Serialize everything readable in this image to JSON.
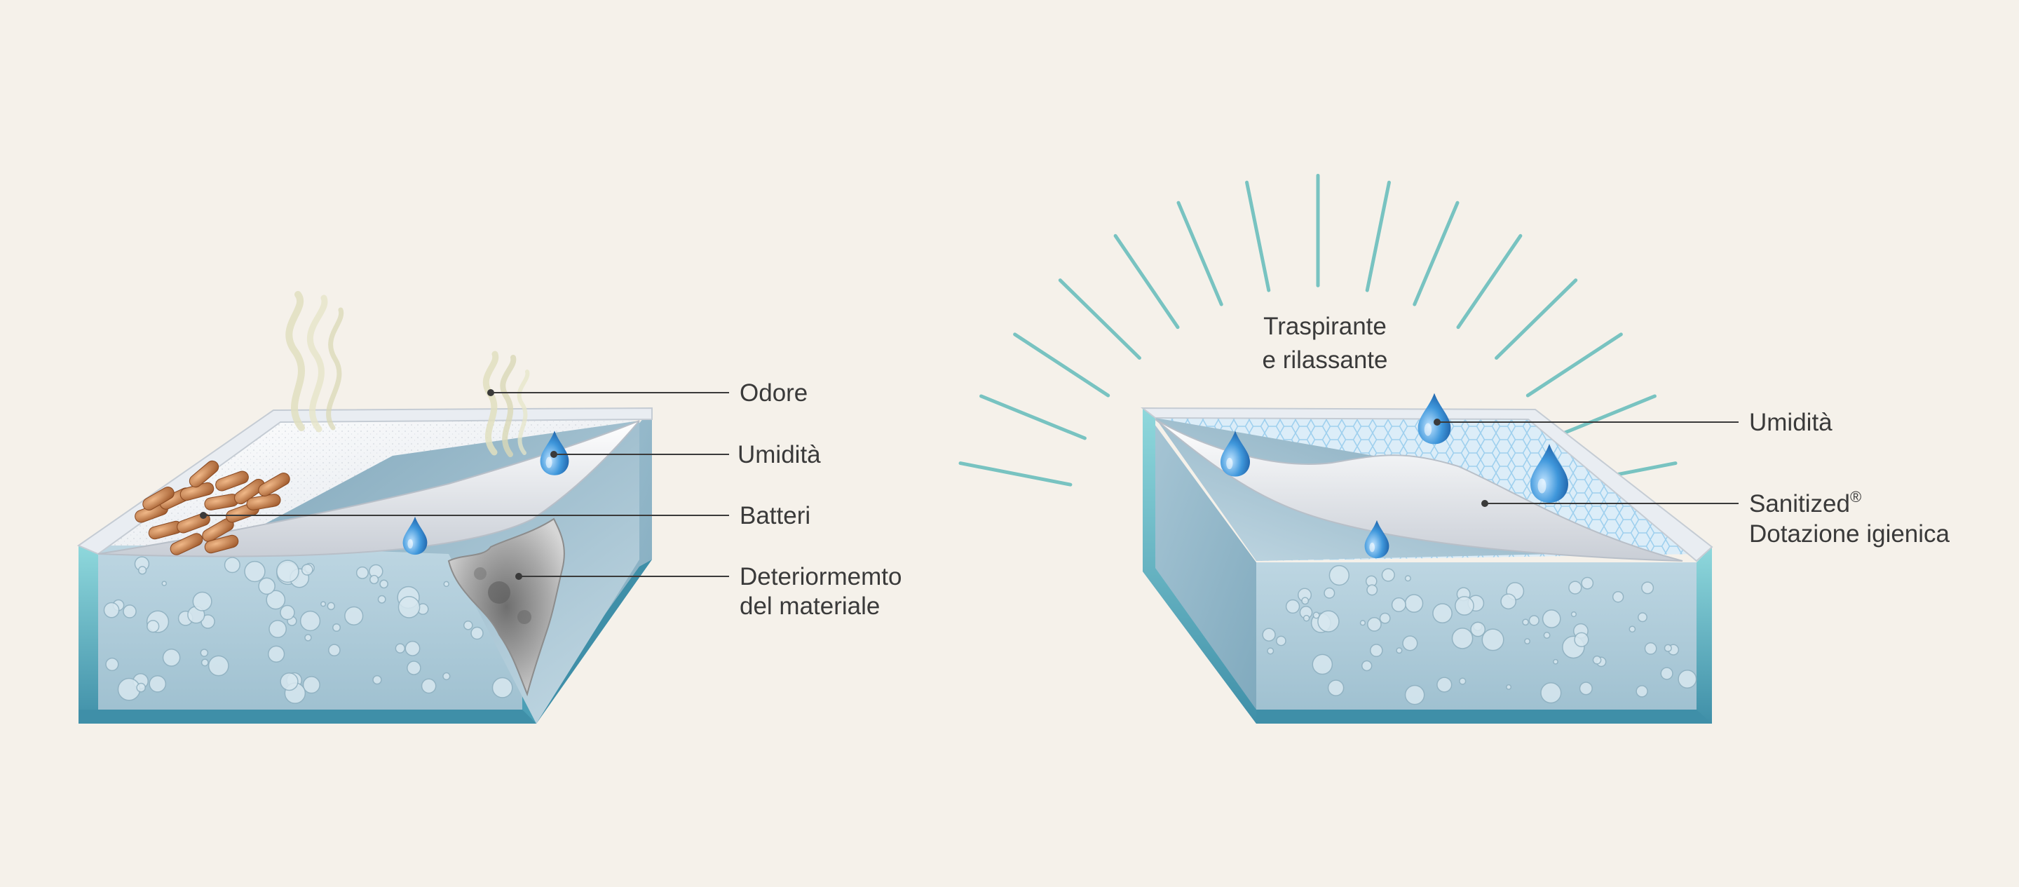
{
  "left_panel": {
    "labels": {
      "odore": "Odore",
      "umidita": "Umidità",
      "batteri": "Batteri",
      "deterioramento_line1": "Deteriormemto",
      "deterioramento_line2": "del materiale"
    }
  },
  "right_panel": {
    "title_line1": "Traspirante",
    "title_line2": "e rilassante",
    "labels": {
      "umidita": "Umidità",
      "sanitized": "Sanitized",
      "sanitized_mark": "®",
      "dotazione": "Dotazione igienica"
    }
  },
  "colors": {
    "background": "#f5f1ea",
    "foam": "#aac8d6",
    "foam_edge": "#5a9fb4",
    "cover_white": "#f4f6f9",
    "mesh_blue": "#d7ecf8",
    "ray": "#4fb4b4",
    "drop": "#2f86cf",
    "bacteria": "#c98752",
    "odor": "#e2e2c2",
    "leader_line": "#3a3a3a"
  },
  "icons": [
    "odor-wave-icon",
    "water-drop-icon",
    "bacteria-icon",
    "damage-icon",
    "ray-icon"
  ]
}
